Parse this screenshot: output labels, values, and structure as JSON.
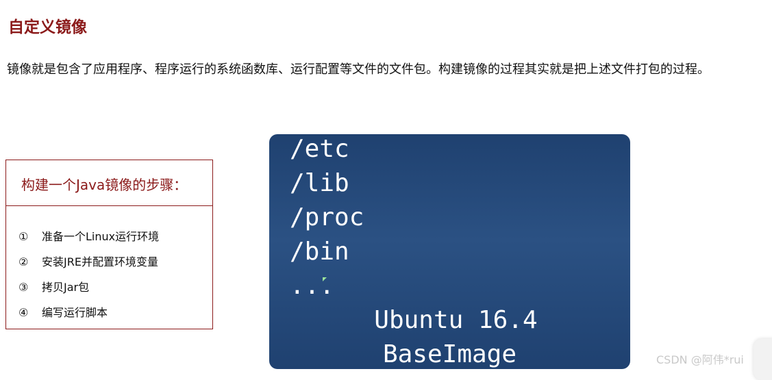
{
  "title": "自定义镜像",
  "intro": "镜像就是包含了应用程序、程序运行的系统函数库、运行配置等文件的文件包。构建镜像的过程其实就是把上述文件打包的过程。",
  "steps_box": {
    "title": "构建一个Java镜像的步骤：",
    "steps": [
      {
        "num": "①",
        "text": "准备一个Linux运行环境"
      },
      {
        "num": "②",
        "text": "安装JRE并配置环境变量"
      },
      {
        "num": "③",
        "text": "拷贝Jar包"
      },
      {
        "num": "④",
        "text": "编写运行脚本"
      }
    ]
  },
  "terminal": {
    "paths": [
      "/etc",
      "/lib",
      "/proc",
      "/bin",
      "..."
    ],
    "base_name": "Ubuntu 16.4",
    "base_label": "BaseImage"
  },
  "watermark": "CSDN @阿伟*rui",
  "colors": {
    "accent": "#8b1a1a",
    "terminal_bg": "#2b5183",
    "cursor": "#9be39b"
  }
}
